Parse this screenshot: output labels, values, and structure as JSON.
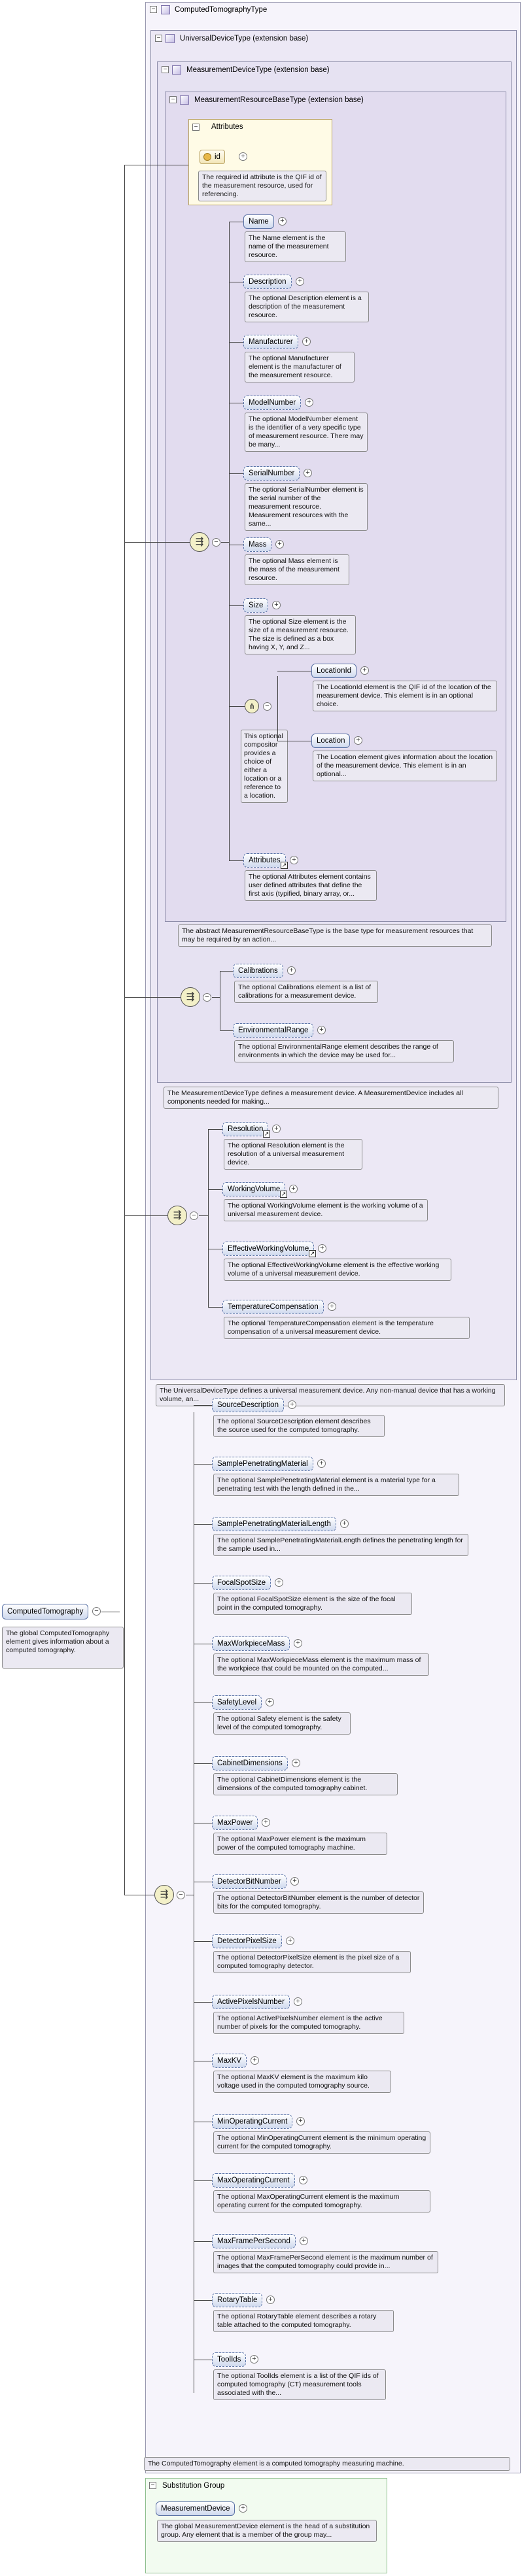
{
  "root": {
    "title": "ComputedTomographyType"
  },
  "boxes": {
    "universal": "UniversalDeviceType (extension base)",
    "measurement": "MeasurementDeviceType (extension base)",
    "resource": "MeasurementResourceBaseType (extension base)",
    "attributes": "Attributes"
  },
  "attribute_id": {
    "name": "id",
    "doc": "The required id attribute is the QIF id of the measurement resource, used for referencing."
  },
  "resource_elements": [
    {
      "name": "Name",
      "doc": "The Name element is the name of the measurement resource."
    },
    {
      "name": "Description",
      "doc": "The optional Description element is a description of the measurement resource."
    },
    {
      "name": "Manufacturer",
      "doc": "The optional Manufacturer element is the manufacturer of the measurement resource."
    },
    {
      "name": "ModelNumber",
      "doc": "The optional ModelNumber element is the identifier of a very specific type of measurement resource. There may be many..."
    },
    {
      "name": "SerialNumber",
      "doc": "The optional SerialNumber element is the serial number of the measurement resource. Measurement resources with the same..."
    },
    {
      "name": "Mass",
      "doc": "The optional Mass element is the mass of the measurement resource."
    },
    {
      "name": "Size",
      "doc": "The optional Size element is the size of a measurement resource. The size is defined as a box having X, Y, and Z..."
    }
  ],
  "choice": {
    "doc": "This optional compositor provides a choice of either a location or a reference to a location.",
    "items": [
      {
        "name": "LocationId",
        "doc": "The LocationId element is the QIF id of the location of the measurement device. This element is in an optional choice."
      },
      {
        "name": "Location",
        "doc": "The Location element gives information about the location of the measurement device. This element is in an optional..."
      }
    ]
  },
  "attributes_el": {
    "name": "Attributes",
    "doc": "The optional Attributes element contains user defined attributes that define the first axis (typified, binary array, or..."
  },
  "resource_doc": "The abstract MeasurementResourceBaseType is the base type for measurement resources that may be required by an action...",
  "measurement_elements": [
    {
      "name": "Calibrations",
      "doc": "The optional Calibrations element is a list of calibrations for a measurement device."
    },
    {
      "name": "EnvironmentalRange",
      "doc": "The optional EnvironmentalRange element describes the range of environments in which the device may be used for..."
    }
  ],
  "measurement_doc": "The MeasurementDeviceType defines a measurement device. A MeasurementDevice includes all components needed for making...",
  "universal_elements": [
    {
      "name": "Resolution",
      "doc": "The optional Resolution element is the resolution of a universal measurement device."
    },
    {
      "name": "WorkingVolume",
      "doc": "The optional WorkingVolume element is the working volume of a universal measurement device."
    },
    {
      "name": "EffectiveWorkingVolume",
      "doc": "The optional EffectiveWorkingVolume element is the effective working volume of a universal measurement device."
    },
    {
      "name": "TemperatureCompensation",
      "doc": "The optional TemperatureCompensation element is the temperature compensation of a universal measurement device."
    }
  ],
  "universal_doc": "The UniversalDeviceType defines a universal measurement device. Any non-manual device that has a working volume, an...",
  "ct_elements": [
    {
      "name": "SourceDescription",
      "doc": "The optional SourceDescription element describes the source used for the computed tomography."
    },
    {
      "name": "SamplePenetratingMaterial",
      "doc": "The optional SamplePenetratingMaterial element is a material type for a penetrating test with the length defined in the..."
    },
    {
      "name": "SamplePenetratingMaterialLength",
      "doc": "The optional SamplePenetratingMaterialLength defines the penetrating length for the sample used in..."
    },
    {
      "name": "FocalSpotSize",
      "doc": "The optional FocalSpotSize element is the size of the focal point in the computed tomography."
    },
    {
      "name": "MaxWorkpieceMass",
      "doc": "The optional MaxWorkpieceMass element is the maximum mass of the workpiece that could be mounted on the computed..."
    },
    {
      "name": "SafetyLevel",
      "doc": "The optional Safety element is the safety level of the computed tomography."
    },
    {
      "name": "CabinetDimensions",
      "doc": "The optional CabinetDimensions element is the dimensions of the computed tomography cabinet."
    },
    {
      "name": "MaxPower",
      "doc": "The optional MaxPower element is the maximum power of the computed tomography machine."
    },
    {
      "name": "DetectorBitNumber",
      "doc": "The optional DetectorBitNumber element is the number of detector bits for the computed tomography."
    },
    {
      "name": "DetectorPixelSize",
      "doc": "The optional DetectorPixelSize element is the pixel size of a computed tomography detector."
    },
    {
      "name": "ActivePixelsNumber",
      "doc": "The optional ActivePixelsNumber element is the active number of pixels for the computed tomography."
    },
    {
      "name": "MaxKV",
      "doc": "The optional MaxKV element is the maximum kilo voltage used in the computed tomography source."
    },
    {
      "name": "MinOperatingCurrent",
      "doc": "The optional MinOperatingCurrent element is the minimum operating current for the computed tomography."
    },
    {
      "name": "MaxOperatingCurrent",
      "doc": "The optional MaxOperatingCurrent element is the maximum operating current for the computed tomography."
    },
    {
      "name": "MaxFramePerSecond",
      "doc": "The optional MaxFramePerSecond element is the maximum number of images that the computed tomography could provide in..."
    },
    {
      "name": "RotaryTable",
      "doc": "The optional RotaryTable element describes a rotary table attached to the computed tomography."
    },
    {
      "name": "ToolIds",
      "doc": "The optional ToolIds element is a list of the QIF ids of computed tomography (CT) measurement tools associated with the..."
    }
  ],
  "ct_doc": "The ComputedTomography element is a computed tomography measuring machine.",
  "global_element": {
    "name": "ComputedTomography",
    "doc": "The global ComputedTomography element gives information about a computed tomography."
  },
  "substitution": {
    "title": "Substitution Group",
    "name": "MeasurementDevice",
    "doc": "The global MeasurementDevice element is the head of a substitution group. Any element that is a member of the group may..."
  }
}
